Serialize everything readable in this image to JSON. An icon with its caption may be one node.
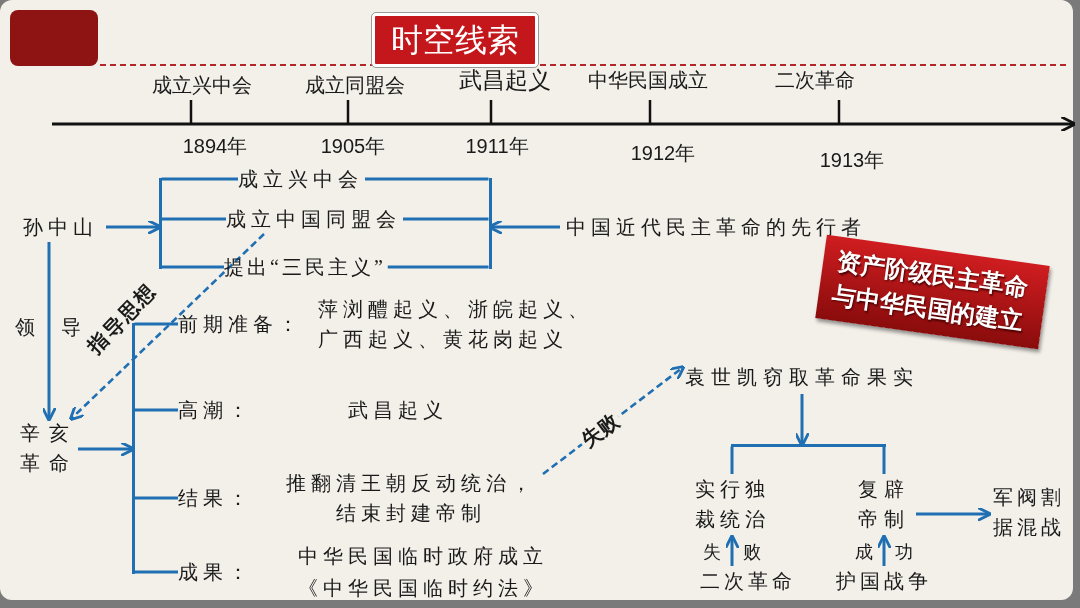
{
  "diagram": {
    "title": "时空线索",
    "nodes": [
      {
        "text": [
          "孙中山"
        ]
      },
      {
        "text": [
          "成立兴中会"
        ]
      },
      {
        "text": [
          "成立中国同盟会"
        ]
      },
      {
        "text": [
          "提出“三民主义”"
        ]
      },
      {
        "text": [
          "中国近代民主革命的先行者"
        ]
      },
      {
        "text": [
          "辛亥革命"
        ]
      },
      {
        "text": [
          "前期准备：",
          "萍浏醴起义、浙皖起义、广西起义、黄花岗起义"
        ]
      },
      {
        "text": [
          "高潮：",
          "武昌起义"
        ]
      },
      {
        "text": [
          "结果：",
          "推翻清王朝反动统治，结束封建帝制"
        ]
      },
      {
        "text": [
          "成果：",
          "中华民国临时政府成立",
          "《中华民国临时约法》"
        ]
      },
      {
        "text": [
          "袁世凯窃取革命果实"
        ]
      },
      {
        "text": [
          "实行独裁统治"
        ]
      },
      {
        "text": [
          "复辟帝制"
        ]
      },
      {
        "text": [
          "军阀割据混战"
        ]
      },
      {
        "text": [
          "二次革命"
        ]
      },
      {
        "text": [
          "护国战争"
        ]
      },
      {
        "text": [
          "资产阶级民主革命与中华民国的建立"
        ]
      },
      {
        "text": [],
        "shape": "bar"
      },
      {
        "text": [],
        "shape": "bar"
      },
      {
        "text": [],
        "shape": "bar"
      },
      {
        "text": [],
        "shape": "bar"
      }
    ],
    "edges": [
      {
        "from": 0,
        "to": 17,
        "arrow": "to"
      },
      {
        "from": 17,
        "to": 1,
        "arrow": "none"
      },
      {
        "from": 17,
        "to": 2,
        "arrow": "none"
      },
      {
        "from": 17,
        "to": 3,
        "arrow": "none"
      },
      {
        "from": 4,
        "to": 18,
        "arrow": "to"
      },
      {
        "from": 18,
        "to": 1,
        "arrow": "none"
      },
      {
        "from": 18,
        "to": 2,
        "arrow": "none"
      },
      {
        "from": 18,
        "to": 3,
        "arrow": "none"
      },
      {
        "from": 0,
        "to": 5,
        "arrow": "to",
        "label": "领导"
      },
      {
        "from": 2,
        "to": 5,
        "arrow": "to",
        "label": "指导思想",
        "style": "dashed"
      },
      {
        "from": 5,
        "to": 19,
        "arrow": "to"
      },
      {
        "from": 19,
        "to": 6,
        "arrow": "none"
      },
      {
        "from": 19,
        "to": 7,
        "arrow": "none"
      },
      {
        "from": 19,
        "to": 8,
        "arrow": "none"
      },
      {
        "from": 19,
        "to": 9,
        "arrow": "none"
      },
      {
        "from": 8,
        "to": 10,
        "arrow": "to",
        "label": "失败",
        "style": "dashed"
      },
      {
        "from": 10,
        "to": 20,
        "arrow": "to"
      },
      {
        "from": 20,
        "to": 11,
        "arrow": "none"
      },
      {
        "from": 20,
        "to": 12,
        "arrow": "none"
      },
      {
        "from": 12,
        "to": 13,
        "arrow": "to"
      },
      {
        "from": 14,
        "to": 11,
        "arrow": "to",
        "label": "失败"
      },
      {
        "from": 15,
        "to": 12,
        "arrow": "to",
        "label": "成功"
      }
    ],
    "labels": [
      "成立兴中会",
      "成立同盟会",
      "武昌起义",
      "中华民国成立",
      "二次革命",
      "1894年",
      "1905年",
      "1911年",
      "1912年",
      "1913年"
    ]
  }
}
